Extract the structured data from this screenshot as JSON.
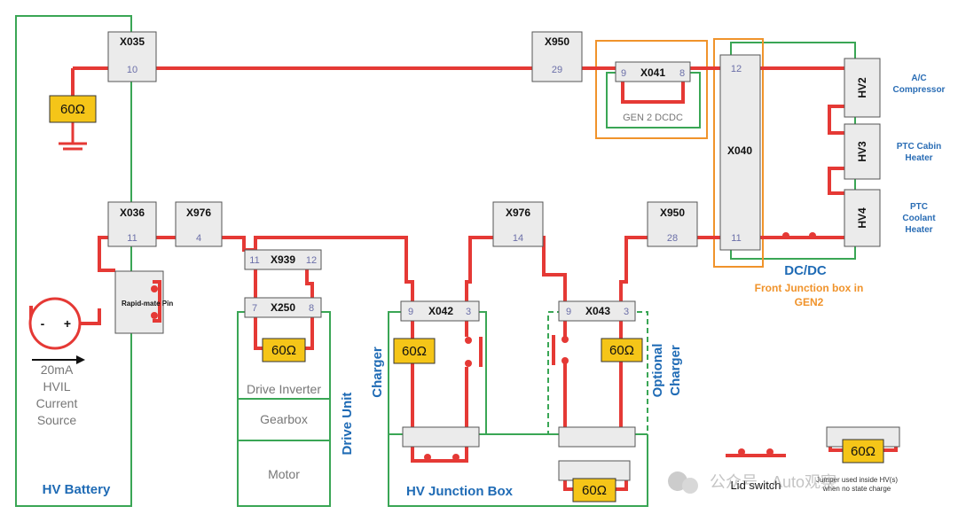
{
  "colors": {
    "wire": "#e53935",
    "enclosure": "#3aa655",
    "dashed": "#3aa655",
    "orange": "#f0932b",
    "resistor": "#f5c518",
    "connector_fill": "#ebebeb",
    "label_blue": "#1f6bb5",
    "label_grey": "#777777"
  },
  "connectors": {
    "x035": {
      "name": "X035",
      "pin": "10"
    },
    "x950_top": {
      "name": "X950",
      "pin": "29"
    },
    "x041": {
      "name": "X041",
      "pin_left": "9",
      "pin_right": "8"
    },
    "x040": {
      "name": "X040",
      "pin_top": "12",
      "pin_bottom": "11"
    },
    "x036": {
      "name": "X036",
      "pin": "11"
    },
    "x976_left": {
      "name": "X976",
      "pin": "4"
    },
    "x939": {
      "name": "X939",
      "pin_left": "11",
      "pin_right": "12"
    },
    "x250": {
      "name": "X250",
      "pin_left": "7",
      "pin_right": "8"
    },
    "x976_mid": {
      "name": "X976",
      "pin": "14"
    },
    "x950_right": {
      "name": "X950",
      "pin": "28"
    },
    "x042": {
      "name": "X042",
      "pin_left": "9",
      "pin_right": "3"
    },
    "x043": {
      "name": "X043",
      "pin_left": "9",
      "pin_right": "3"
    },
    "hv2": {
      "name": "HV2"
    },
    "hv3": {
      "name": "HV3"
    },
    "hv4": {
      "name": "HV4"
    },
    "rapid_mate": {
      "name": "Rapid-mate Pin"
    }
  },
  "resistor_label": "60Ω",
  "labels": {
    "gen2_dcdc": "GEN 2 DCDC",
    "ac_compressor": "A/C\nCompressor",
    "ptc_cabin": "PTC Cabin\nHeater",
    "ptc_coolant": "PTC\nCoolant\nHeater",
    "dcdc": "DC/DC",
    "front_junction": "Front Junction box in\nGEN2",
    "hv_battery": "HV Battery",
    "current_source": "20mA\nHVIL\nCurrent\nSource",
    "source_minus": "-",
    "source_plus": "+",
    "drive_inverter": "Drive Inverter",
    "gearbox": "Gearbox",
    "motor": "Motor",
    "drive_unit": "Drive Unit",
    "charger": "Charger",
    "optional_charger": "Optional\nCharger",
    "hv_junction_box": "HV Junction Box",
    "legend_lid_switch": "Lid switch",
    "legend_resistor_note": "Jumper used inside HV(s)\nwhen no state charge",
    "watermark": "公众号 · Auto观察"
  }
}
